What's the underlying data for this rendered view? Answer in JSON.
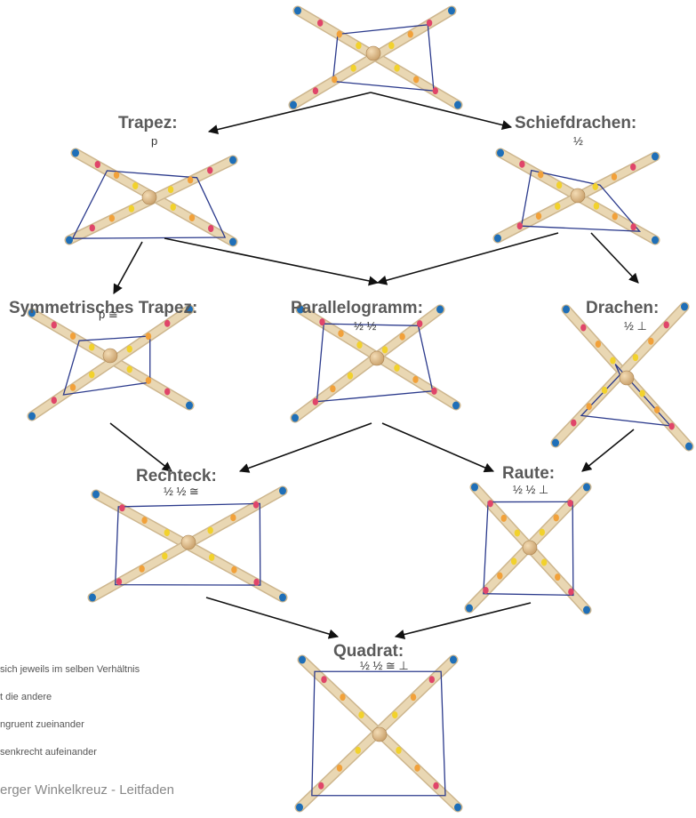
{
  "nodes": [
    {
      "id": "start",
      "title": "",
      "symbols": ""
    },
    {
      "id": "trapez",
      "title": "Trapez:",
      "symbols": "p"
    },
    {
      "id": "schiefdrachen",
      "title": "Schiefdrachen:",
      "symbols": "½"
    },
    {
      "id": "sym-trapez",
      "title": "Symmetrisches Trapez:",
      "symbols": "p ≅"
    },
    {
      "id": "parallelogramm",
      "title": "Parallelogramm:",
      "symbols": "½ ½"
    },
    {
      "id": "drachen",
      "title": "Drachen:",
      "symbols": "½ ⊥"
    },
    {
      "id": "rechteck",
      "title": "Rechteck:",
      "symbols": "½ ½ ≅"
    },
    {
      "id": "raute",
      "title": "Raute:",
      "symbols": "½ ½ ⊥"
    },
    {
      "id": "quadrat",
      "title": "Quadrat:",
      "symbols": "½ ½ ≅ ⊥"
    }
  ],
  "edges": [
    [
      "start",
      "trapez"
    ],
    [
      "start",
      "schiefdrachen"
    ],
    [
      "trapez",
      "sym-trapez"
    ],
    [
      "trapez",
      "parallelogramm"
    ],
    [
      "schiefdrachen",
      "parallelogramm"
    ],
    [
      "schiefdrachen",
      "drachen"
    ],
    [
      "sym-trapez",
      "rechteck"
    ],
    [
      "parallelogramm",
      "rechteck"
    ],
    [
      "parallelogramm",
      "raute"
    ],
    [
      "drachen",
      "raute"
    ],
    [
      "rechteck",
      "quadrat"
    ],
    [
      "raute",
      "quadrat"
    ]
  ],
  "legend": [
    "sich jeweils im selben Verhältnis",
    "t die andere",
    "ngruent zueinander",
    "senkrecht aufeinander"
  ],
  "footer": "erger Winkelkreuz - Leitfaden",
  "colors": {
    "stick": "#e9d7b3",
    "stick_edge": "#cdb68e",
    "knob": "#c9a06b",
    "peg_red": "#e0456a",
    "peg_orange": "#f2a13a",
    "peg_yellow": "#f2d22c",
    "peg_blue": "#1f6fb8",
    "line": "#2b3a8c",
    "arrow": "#111111",
    "title": "#5a5a5a"
  }
}
